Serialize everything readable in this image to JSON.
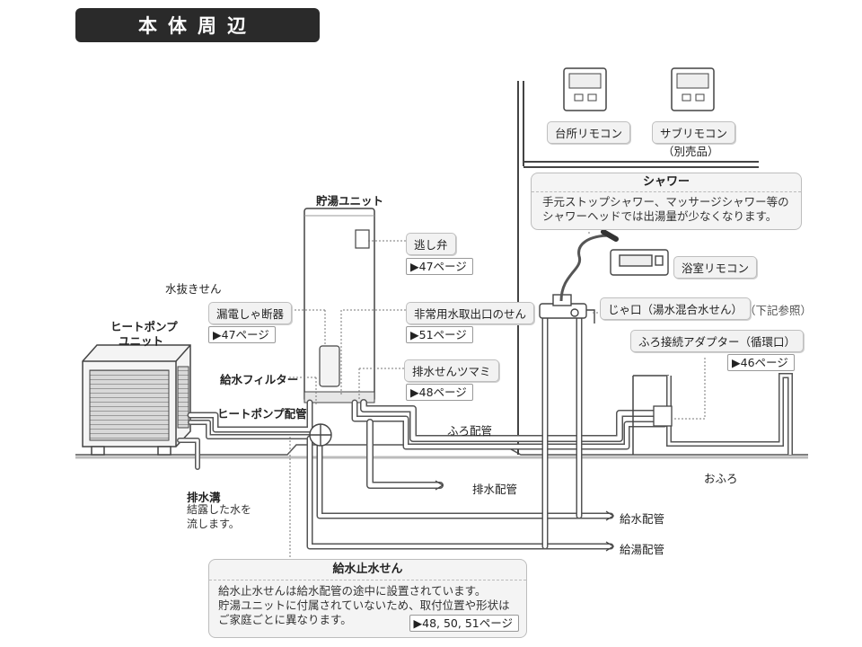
{
  "header": {
    "title": "本体周辺"
  },
  "components": {
    "storage_unit": "貯湯ユニット",
    "heat_pump_unit_line1": "ヒートポンプ",
    "heat_pump_unit_line2": "ユニット",
    "kitchen_remote": "台所リモコン",
    "sub_remote": "サブリモコン",
    "sub_remote_note": "（別売品）",
    "bath_remote": "浴室リモコン",
    "bath": "おふろ"
  },
  "callouts": {
    "relief_valve": "逃し弁",
    "relief_valve_ref": "▶47ページ",
    "drain_cock": "水抜きせん",
    "leakage_breaker": "漏電しゃ断器",
    "leakage_breaker_ref": "▶47ページ",
    "emergency_tap": "非常用水取出口のせん",
    "emergency_tap_ref": "▶51ページ",
    "supply_filter": "給水フィルター",
    "drain_knob": "排水せんツマミ",
    "drain_knob_ref": "▶48ページ",
    "faucet": "じゃ口（湯水混合水せん）",
    "faucet_note": "（下記参照）",
    "bath_adapter": "ふろ接続アダプター（循環口）",
    "bath_adapter_ref": "▶46ページ"
  },
  "pipes": {
    "heat_pump_pipe": "ヒートポンプ配管",
    "bath_pipe": "ふろ配管",
    "drain_pipe": "排水配管",
    "supply_pipe": "給水配管",
    "hot_pipe": "給湯配管"
  },
  "drain_ditch": {
    "label": "排水溝",
    "note_line1": "結露した水を",
    "note_line2": "流します。"
  },
  "shower_card": {
    "title": "シャワー",
    "line1": "手元ストップシャワー、マッサージシャワー等の",
    "line2": "シャワーヘッドでは出湯量が少なくなります。"
  },
  "stop_valve_card": {
    "title": "給水止水せん",
    "line1": "給水止水せんは給水配管の途中に設置されています。",
    "line2": "貯湯ユニットに付属されていないため、取付位置や形状は",
    "line3": "ご家庭ごとに異なります。",
    "ref": "▶48, 50, 51ページ"
  },
  "colors": {
    "title_bg": "#2a2a2a",
    "box_bg": "#f2f2f2",
    "line": "#555555"
  }
}
